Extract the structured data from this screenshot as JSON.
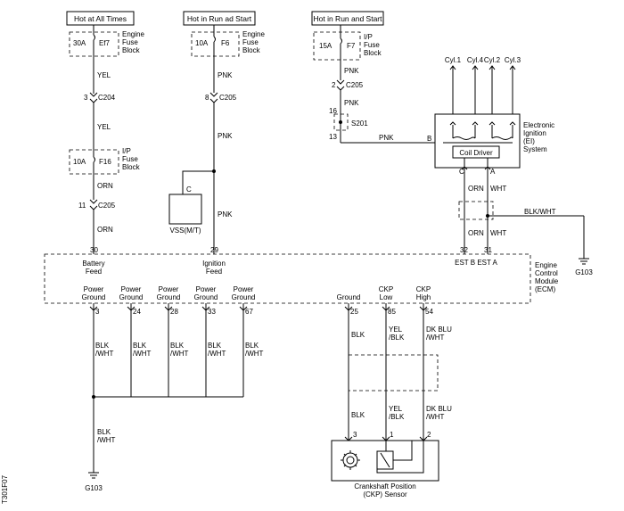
{
  "headers": {
    "hot_all_times": "Hot at All Times",
    "hot_run_start_1": "Hot in Run ad Start",
    "hot_run_start_2": "Hot  in Run and Start"
  },
  "fuses": {
    "ef7_rating": "30A",
    "ef7_id": "Ef7",
    "ef7_block": [
      "Engine",
      "Fuse",
      "Block"
    ],
    "f6_rating": "10A",
    "f6_id": "F6",
    "f6_block": [
      "Engine",
      "Fuse",
      "Block"
    ],
    "f7_rating": "15A",
    "f7_id": "F7",
    "f7_block": [
      "I/P",
      "Fuse",
      "Block"
    ],
    "f16_rating": "10A",
    "f16_id": "F16",
    "f16_block": [
      "I/P",
      "Fuse",
      "Block"
    ]
  },
  "wires": {
    "yel": "YEL",
    "orn": "ORN",
    "pnk": "PNK",
    "wht": "WHT",
    "blk_wht": "BLK/WHT",
    "blk": "BLK",
    "wht_slash": "/WHT",
    "yel_slash": "YEL",
    "blk_slash": "/BLK",
    "dk_blu": "DK BLU"
  },
  "connectors": {
    "c204_pin": "3",
    "c204": "C204",
    "c205_8_pin": "8",
    "c205_a": "C205",
    "c205_2_pin": "2",
    "c205_b": "C205",
    "c205_11_pin": "11",
    "c205_c": "C205",
    "s201_16": "16",
    "s201": "S201",
    "s201_13": "13"
  },
  "vss": {
    "pin": "C",
    "label": "VSS(M/T)"
  },
  "ignition": {
    "cylinders": [
      "Cyl.1",
      "Cyl.4",
      "Cyl.2",
      "Cyl.3"
    ],
    "pin_b": "B",
    "pin_c": "C",
    "pin_a": "A",
    "coil_driver": "Coil Driver",
    "label": [
      "Electronic",
      "Ignition",
      "(EI)",
      "System"
    ]
  },
  "ecm": {
    "label": [
      "Engine",
      "Control",
      "Module",
      "(ECM)"
    ],
    "pin_30": "30",
    "battery": [
      "Battery",
      "Feed"
    ],
    "pin_29": "29",
    "ignition_feed": [
      "Ignition",
      "Feed"
    ],
    "pin_32": "32",
    "pin_31": "31",
    "est": "EST B EST A",
    "power_ground": [
      "Power",
      "Ground"
    ],
    "ground_pins": [
      "3",
      "24",
      "28",
      "33",
      "67"
    ],
    "ground": "Ground",
    "ground_pin": "25",
    "ckp_low": [
      "CKP",
      "Low"
    ],
    "ckp_low_pin": "85",
    "ckp_high": [
      "CKP",
      "High"
    ],
    "ckp_high_pin": "54"
  },
  "sensor": {
    "pin_3": "3",
    "pin_1": "1",
    "pin_2": "2",
    "label": [
      "Crankshaft Position",
      "(CKP) Sensor"
    ]
  },
  "grounds": {
    "g103_a": "G103",
    "g103_b": "G103"
  },
  "side_code": "T301F07"
}
